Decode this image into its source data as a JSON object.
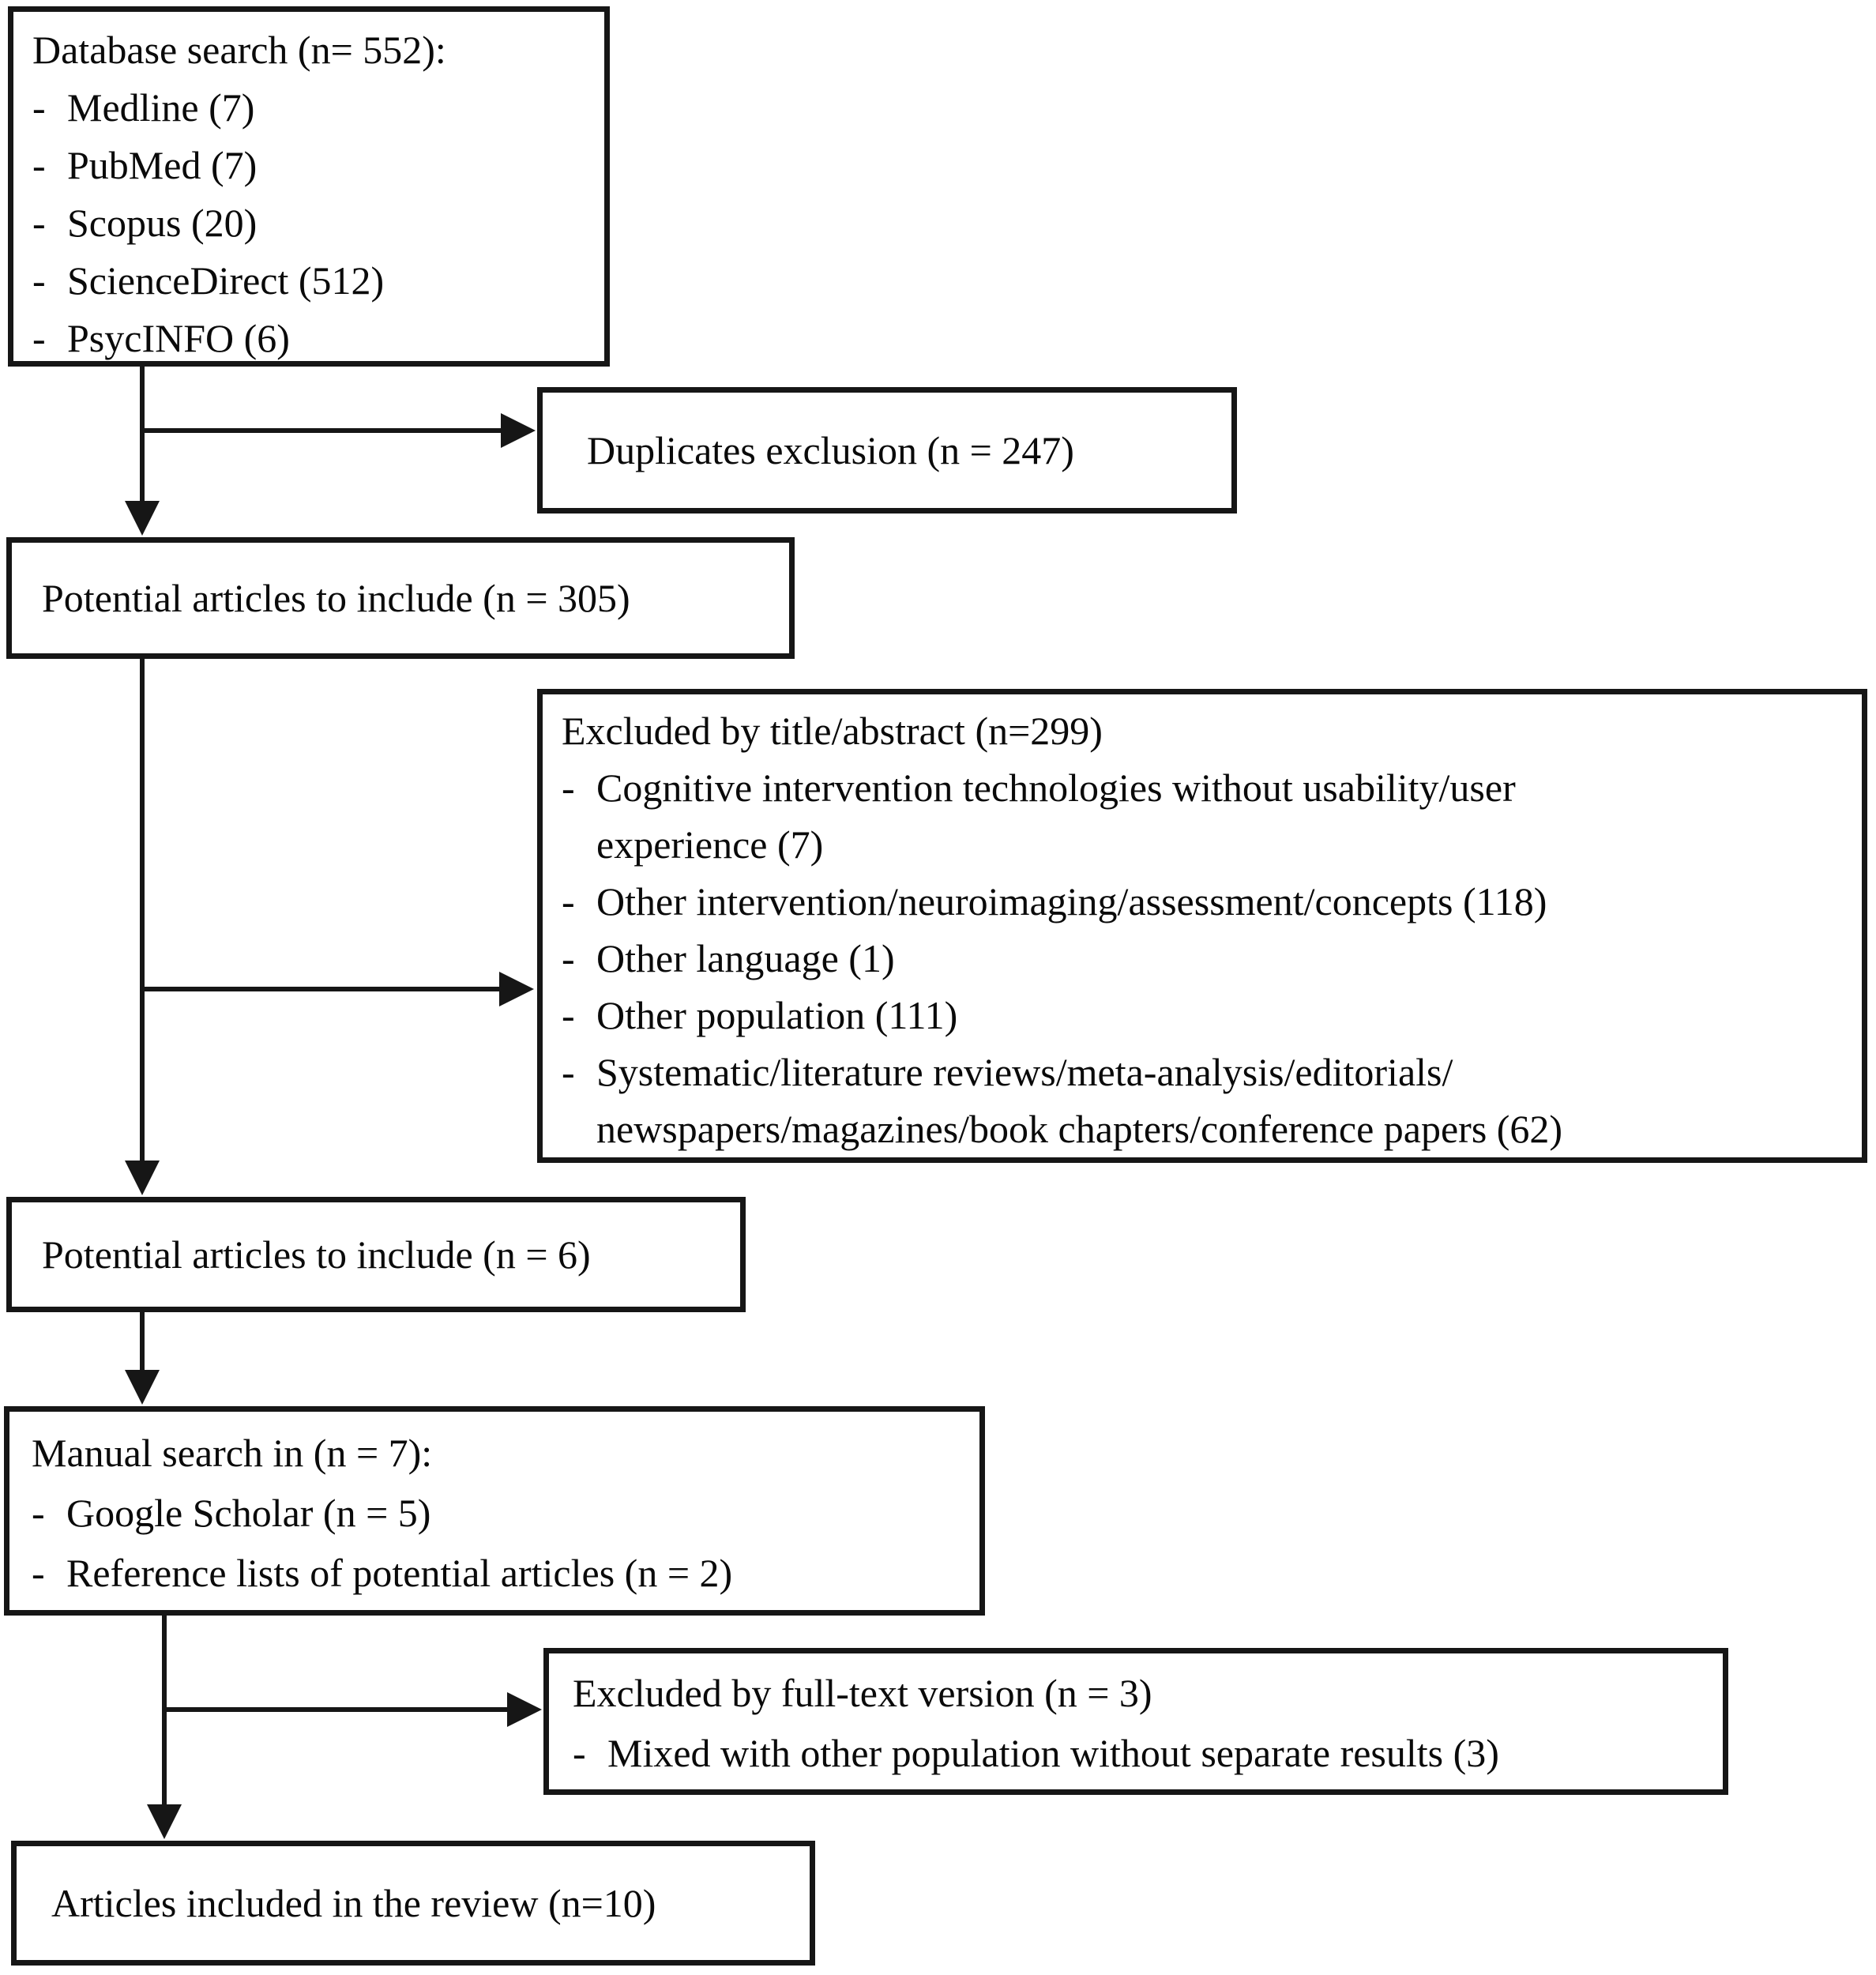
{
  "diagram": {
    "bullet_char": "-",
    "line_color": "#161616",
    "background": "#ffffff",
    "boxes": {
      "database_search": {
        "title": "Database search (n= 552):",
        "items": [
          "Medline (7)",
          "PubMed (7)",
          "Scopus (20)",
          "ScienceDirect (512)",
          "PsycINFO (6)"
        ]
      },
      "duplicates_exclusion": {
        "title": "Duplicates exclusion (n = 247)"
      },
      "potential_articles_305": {
        "title": "Potential articles to include (n = 305)"
      },
      "excluded_title_abstract": {
        "title": "Excluded by title/abstract (n=299)",
        "items": [
          "Cognitive intervention technologies without usability/user\nexperience (7)",
          "Other intervention/neuroimaging/assessment/concepts (118)",
          "Other language (1)",
          "Other population (111)",
          "Systematic/literature reviews/meta-analysis/editorials/\nnewspapers/magazines/book chapters/conference papers (62)"
        ]
      },
      "potential_articles_6": {
        "title": "Potential articles to include (n = 6)"
      },
      "manual_search": {
        "title": "Manual search in (n = 7):",
        "items": [
          "Google Scholar (n = 5)",
          "Reference lists of potential articles (n = 2)"
        ]
      },
      "excluded_full_text": {
        "title": "Excluded by full-text version (n = 3)",
        "items": [
          "Mixed with other population without separate results (3)"
        ]
      },
      "articles_included": {
        "title": "Articles included in the review (n=10)"
      }
    }
  }
}
